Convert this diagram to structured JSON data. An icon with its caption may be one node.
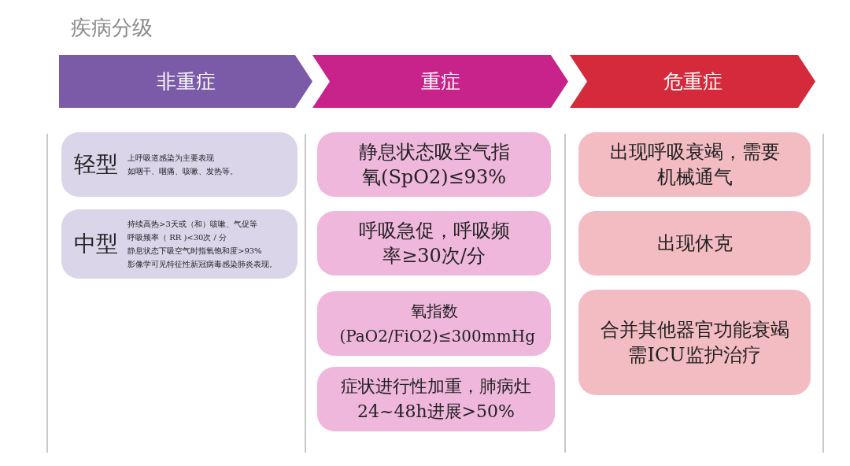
{
  "diagram": {
    "title": "疾病分级",
    "nodes": [
      {
        "text": [
          "非重症"
        ]
      },
      {
        "text": [
          "重症"
        ]
      },
      {
        "text": [
          "危重症"
        ]
      },
      {
        "text": [
          "轻型",
          "上呼吸道感染为主要表现",
          "如咽干、咽痛、咳嗽、发热等。"
        ]
      },
      {
        "text": [
          "中型",
          "持续高热>3天或（和）咳嗽、气促等",
          "呼吸频率（ RR )<30次 / 分",
          "静息状态下吸空气时指氧饱和度>93%",
          "影像学可见特征性新冠病毒感染肺炎表现。"
        ]
      },
      {
        "text": [
          "静息状态吸空气指氧(SpO2)≤93%"
        ]
      },
      {
        "text": [
          "呼吸急促，呼吸频率≥30次/分"
        ]
      },
      {
        "text": [
          "氧指数(PaO2/FiO2)≤300mmHg"
        ]
      },
      {
        "text": [
          "症状进行性加重，肺病灶24~48h进展>50%"
        ]
      },
      {
        "text": [
          "出现呼吸衰竭，需要机械通气"
        ]
      },
      {
        "text": [
          "出现休克"
        ]
      },
      {
        "text": [
          "合并其他器官功能衰竭需ICU监护治疗"
        ]
      }
    ]
  }
}
